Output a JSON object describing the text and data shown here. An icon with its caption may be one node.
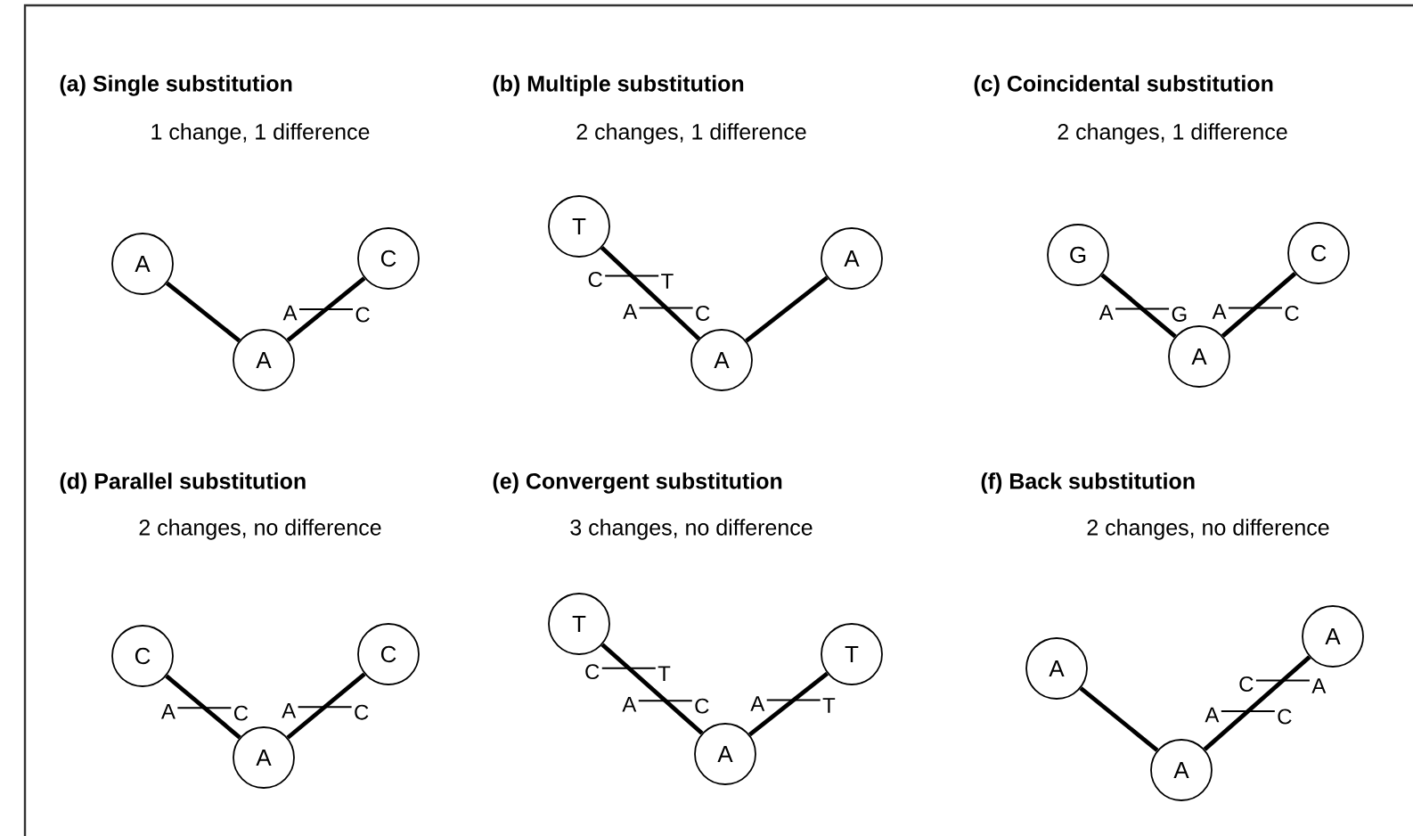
{
  "diagram": {
    "nodes": [
      {
        "text": [
          "A"
        ]
      },
      {
        "text": [
          "C"
        ]
      },
      {
        "text": [
          "A"
        ]
      },
      {
        "text": [
          "T"
        ]
      },
      {
        "text": [
          "A"
        ]
      },
      {
        "text": [
          "A"
        ]
      },
      {
        "text": [
          "G"
        ]
      },
      {
        "text": [
          "C"
        ]
      },
      {
        "text": [
          "A"
        ]
      },
      {
        "text": [
          "C"
        ]
      },
      {
        "text": [
          "C"
        ]
      },
      {
        "text": [
          "A"
        ]
      },
      {
        "text": [
          "T"
        ]
      },
      {
        "text": [
          "T"
        ]
      },
      {
        "text": [
          "A"
        ]
      },
      {
        "text": [
          "A"
        ]
      },
      {
        "text": [
          "A"
        ]
      },
      {
        "text": [
          "A"
        ]
      }
    ],
    "edges": [
      {
        "from": 2,
        "to": 0,
        "arrow": "none"
      },
      {
        "from": 2,
        "to": 1,
        "arrow": "none"
      },
      {
        "from": 5,
        "to": 3,
        "arrow": "none"
      },
      {
        "from": 5,
        "to": 4,
        "arrow": "none"
      },
      {
        "from": 8,
        "to": 6,
        "arrow": "none"
      },
      {
        "from": 8,
        "to": 7,
        "arrow": "none"
      },
      {
        "from": 11,
        "to": 9,
        "arrow": "none"
      },
      {
        "from": 11,
        "to": 10,
        "arrow": "none"
      },
      {
        "from": 14,
        "to": 12,
        "arrow": "none"
      },
      {
        "from": 14,
        "to": 13,
        "arrow": "none"
      },
      {
        "from": 17,
        "to": 15,
        "arrow": "none"
      },
      {
        "from": 17,
        "to": 16,
        "arrow": "none"
      }
    ],
    "labels": [
      "(a) Single substitution",
      "1 change, 1 difference",
      "A",
      "C",
      "(b) Multiple substitution",
      "2 changes, 1 difference",
      "C",
      "T",
      "A",
      "C",
      "(c) Coincidental substitution",
      "2 changes, 1 difference",
      "A",
      "G",
      "A",
      "C",
      "(d) Parallel substitution",
      "2 changes, no difference",
      "A",
      "C",
      "A",
      "C",
      "(e) Convergent substitution",
      "3 changes, no difference",
      "C",
      "T",
      "A",
      "C",
      "A",
      "T",
      "(f) Back substitution",
      "2 changes, no difference",
      "C",
      "A",
      "A",
      "C"
    ]
  }
}
